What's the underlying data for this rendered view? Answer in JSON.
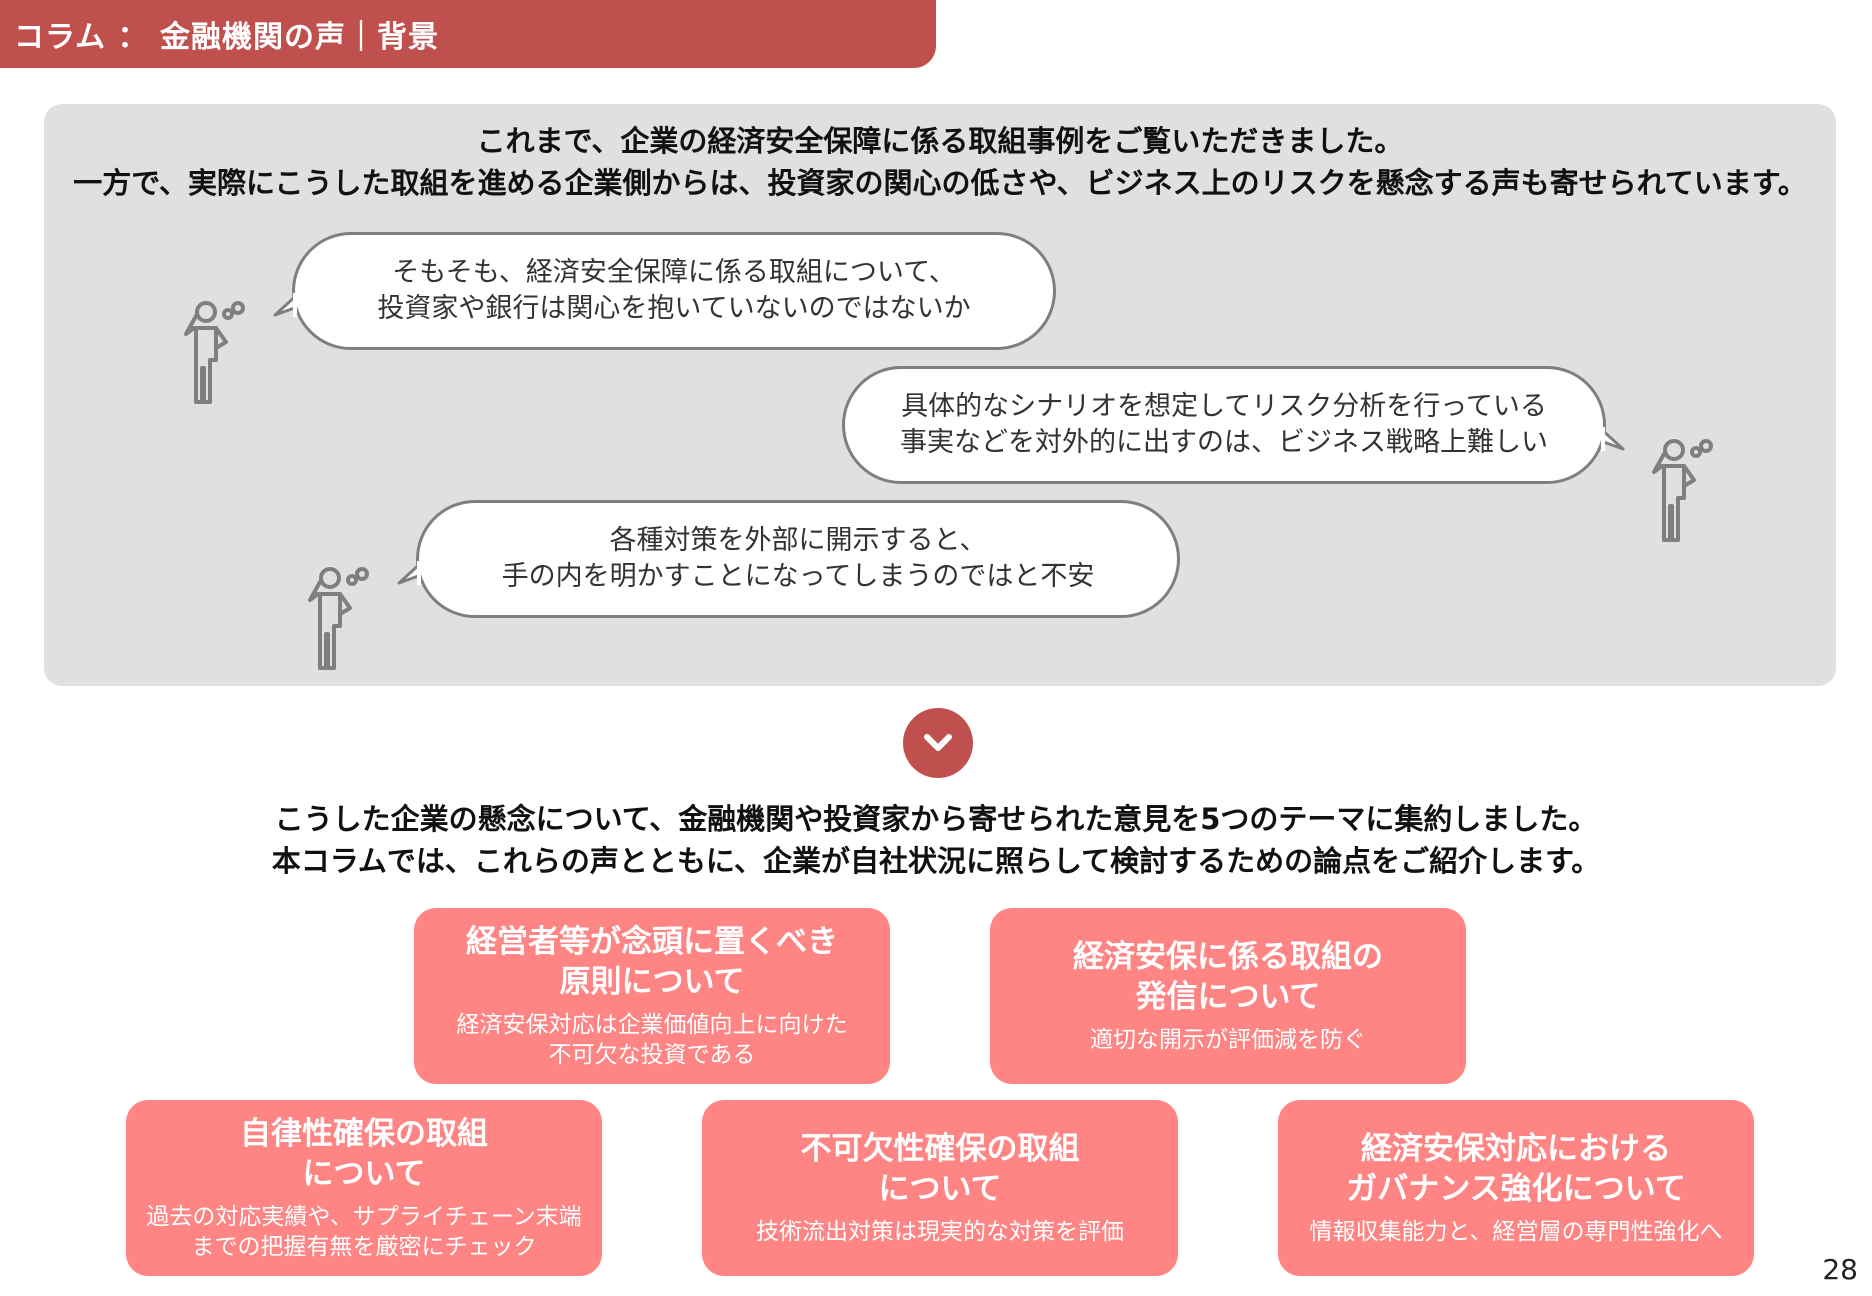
{
  "header": {
    "title": "コラム ： 金融機関の声｜背景"
  },
  "intro": {
    "line1": "これまで、企業の経済安全保障に係る取組事例をご覧いただきました。",
    "line2": "一方で、実際にこうした取組を進める企業側からは、投資家の関心の低さや、ビジネス上のリスクを懸念する声も寄せられています。"
  },
  "bubbles": [
    {
      "line1": "そもそも、経済安全保障に係る取組について、",
      "line2": "投資家や銀行は関心を抱いていないのではないか"
    },
    {
      "line1": "具体的なシナリオを想定してリスク分析を行っている",
      "line2": "事実などを対外的に出すのは、ビジネス戦略上難しい"
    },
    {
      "line1": "各種対策を外部に開示すると、",
      "line2": "手の内を明かすことになってしまうのではと不安"
    }
  ],
  "summary": {
    "line1": "こうした企業の懸念について、金融機関や投資家から寄せられた意見を5つのテーマに集約しました。",
    "line2": "本コラムでは、これらの声とともに、企業が自社状況に照らして検討するための論点をご紹介します。"
  },
  "themes": [
    {
      "title1": "経営者等が念頭に置くべき",
      "title2": "原則について",
      "desc1": "経済安保対応は企業価値向上に向けた",
      "desc2": "不可欠な投資である"
    },
    {
      "title1": "経済安保に係る取組の",
      "title2": "発信について",
      "desc1": "適切な開示が評価減を防ぐ",
      "desc2": ""
    },
    {
      "title1": "自律性確保の取組",
      "title2": "について",
      "desc1": "過去の対応実績や、サプライチェーン末端",
      "desc2": "までの把握有無を厳密にチェック"
    },
    {
      "title1": "不可欠性確保の取組",
      "title2": "について",
      "desc1": "技術流出対策は現実的な対策を評価",
      "desc2": ""
    },
    {
      "title1": "経済安保対応における",
      "title2": "ガバナンス強化について",
      "desc1": "情報収集能力と、経営層の専門性強化へ",
      "desc2": ""
    }
  ],
  "page_number": "28",
  "colors": {
    "accent": "#c0504d",
    "theme_box": "#ff8585",
    "panel": "#e0e0e0",
    "outline": "#7f7f7f"
  },
  "icons": {
    "person": "thinking-person-icon",
    "chevron": "chevron-down-icon"
  }
}
